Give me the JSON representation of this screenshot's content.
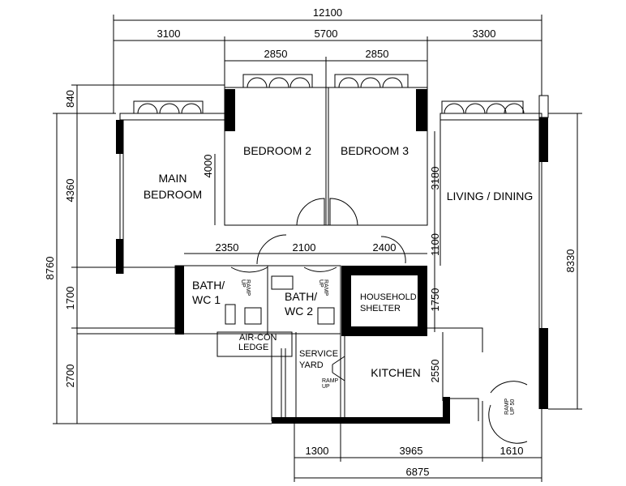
{
  "dimensions": {
    "overall_width": "12100",
    "top_segments": [
      "3100",
      "5700",
      "3300"
    ],
    "bedroom_widths": [
      "2850",
      "2850"
    ],
    "left_segments": [
      "840",
      "4360",
      "1700",
      "2700"
    ],
    "overall_depth": "8760",
    "right_depth": "8330",
    "bedroom_depth": "4000",
    "bedroom3_depth": "3180",
    "corridor_depth": "1100",
    "shelter_depth": "1750",
    "kitchen_depth": "2550",
    "corridor_segments": [
      "2350",
      "2100",
      "2400"
    ],
    "bottom_segments": [
      "1300",
      "3965",
      "1610"
    ],
    "bottom_total": "6875"
  },
  "rooms": {
    "main_bedroom": [
      "MAIN",
      "BEDROOM"
    ],
    "bedroom2": "BEDROOM 2",
    "bedroom3": "BEDROOM 3",
    "living_dining": "LIVING / DINING",
    "bath1": [
      "BATH/",
      "WC 1"
    ],
    "bath2": [
      "BATH/",
      "WC 2"
    ],
    "shelter": [
      "HOUSEHOLD",
      "SHELTER"
    ],
    "aircon": [
      "AIR-CON",
      "LEDGE"
    ],
    "service_yard": [
      "SERVICE",
      "YARD"
    ],
    "kitchen": "KITCHEN"
  },
  "annotations": {
    "ramp": [
      "RAMP",
      "UP"
    ],
    "ramp50": [
      "RAMP",
      "UP 50"
    ]
  }
}
